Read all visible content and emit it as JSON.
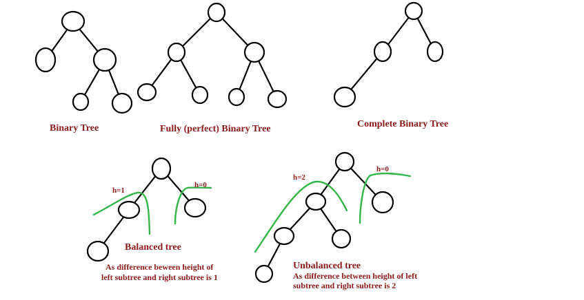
{
  "colors": {
    "node_stroke": "#000000",
    "label_text": "#8b1a1a",
    "height_curve": "#33b54a"
  },
  "captions": {
    "binary_tree": "Binary Tree",
    "perfect_tree": "Fully (perfect) Binary Tree",
    "complete_tree": "Complete Binary Tree",
    "balanced_tree": "Balanced tree",
    "unbalanced_tree": "Unbalanced tree"
  },
  "notes": {
    "balanced_line1": "As difference beween height of",
    "balanced_line2": "left subtree and right subtree is 1",
    "unbalanced_line1": "As difference between height of left",
    "unbalanced_line2": "subtree and right subtree is 2"
  },
  "heights": {
    "balanced_left": "h=1",
    "balanced_right": "h=0",
    "unbalanced_left": "h=2",
    "unbalanced_right": "h=0"
  }
}
